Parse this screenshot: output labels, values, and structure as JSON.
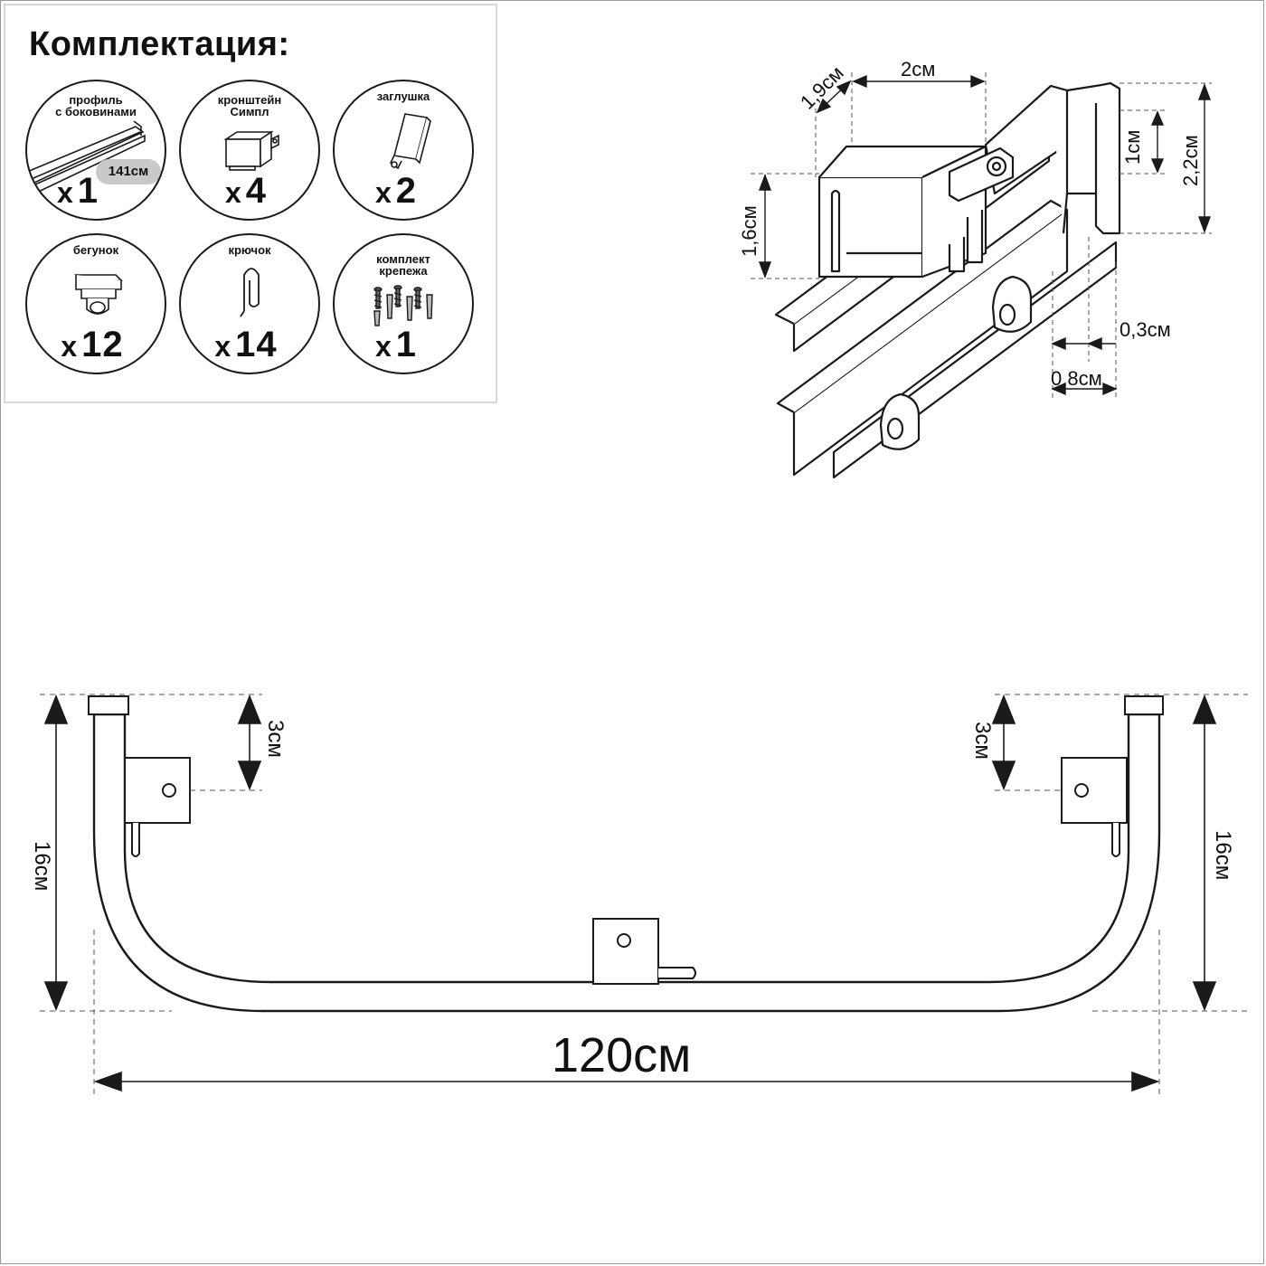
{
  "kit": {
    "title": "Комплектация:",
    "items": [
      {
        "label": "профиль\nс боковинами",
        "badge": "141см",
        "qty_x": "x",
        "qty": "1",
        "icon": "profile-rail-icon"
      },
      {
        "label": "кронштейн\nСимпл",
        "qty_x": "x",
        "qty": "4",
        "icon": "bracket-icon"
      },
      {
        "label": "заглушка",
        "qty_x": "x",
        "qty": "2",
        "icon": "end-cap-icon"
      },
      {
        "label": "бегунок",
        "qty_x": "x",
        "qty": "12",
        "icon": "glider-icon"
      },
      {
        "label": "крючок",
        "qty_x": "x",
        "qty": "14",
        "icon": "hook-icon"
      },
      {
        "label": "комплект\nкрепежа",
        "qty_x": "x",
        "qty": "1",
        "icon": "screws-icon"
      }
    ]
  },
  "detail": {
    "dims": {
      "depth": "1,9см",
      "width": "2см",
      "bracket_height": "1,6см",
      "slot": "1см",
      "total_height": "2,2см",
      "gap": "0,3см",
      "lip": "0,8см"
    }
  },
  "main": {
    "total_width": "120см",
    "left_height": "16см",
    "right_height": "16см",
    "left_offset": "3см",
    "right_offset": "3см"
  },
  "colors": {
    "line": "#1a1a1a",
    "badge": "#c9c9c9",
    "panel_border": "#d8d8d8"
  }
}
